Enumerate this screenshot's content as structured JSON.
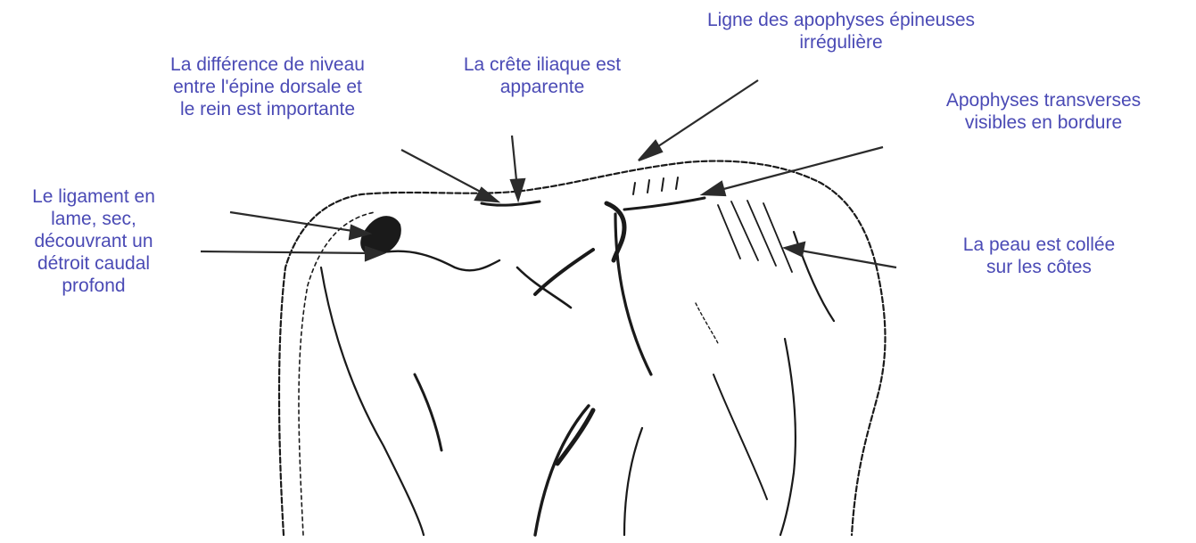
{
  "labels": {
    "ligne_apophyses": "Ligne des apophyses épineuses\nirrégulière",
    "difference_niveau": "La différence de niveau\nentre l'épine dorsale et\nle rein est importante",
    "crete_iliaque": "La crête iliaque est\napparente",
    "apophyses_transverses": "Apophyses transverses\nvisibles en bordure",
    "ligament": "Le ligament en\nlame, sec,\ndécouvrant un\ndétroit caudal\nprofond",
    "peau_collee": "La peau est collée\nsur les côtes"
  },
  "colors": {
    "label": "#4a4ab5",
    "drawing": "#1a1a1a",
    "arrow": "#2b2b2b"
  }
}
